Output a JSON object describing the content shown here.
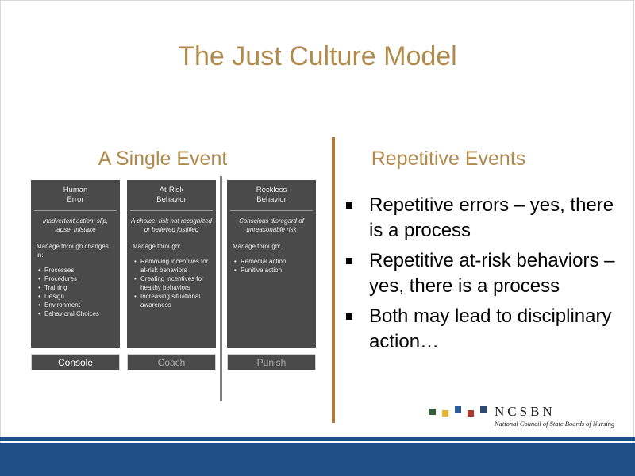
{
  "title": "The Just Culture Model",
  "left": {
    "heading": "A Single Event",
    "columns": [
      {
        "head": [
          "Human",
          "Error"
        ],
        "definition": "Inadvertent action: slip, lapse, mistake",
        "manage": "Manage through changes in:",
        "items": [
          "Processes",
          "Procedures",
          "Training",
          "Design",
          "Environment",
          "Behavioral Choices"
        ],
        "action": "Console"
      },
      {
        "head": [
          "At-Risk",
          "Behavior"
        ],
        "definition": "A choice: risk not recognized or believed justified",
        "manage": "Manage through:",
        "items": [
          "Removing incentives for at-risk behaviors",
          "Creating incentives for healthy behaviors",
          "Increasing situational awareness"
        ],
        "action": "Coach"
      },
      {
        "head": [
          "Reckless",
          "Behavior"
        ],
        "definition": "Conscious disregard of unreasonable risk",
        "manage": "Manage through:",
        "items": [
          "Remedial action",
          "Punitive action"
        ],
        "action": "Punish"
      }
    ]
  },
  "right": {
    "heading": "Repetitive Events",
    "bullets": [
      "Repetitive errors – yes, there is a process",
      "Repetitive at-risk behaviors – yes, there is a process",
      "Both may lead to disciplinary action…"
    ]
  },
  "logo": {
    "name": "NCSBN",
    "tagline": "National Council of State Boards of Nursing",
    "squares": [
      "#2f5f3a",
      "#e8b432",
      "#2a5b9a",
      "#b23a2a",
      "#2a4a7a"
    ]
  },
  "colors": {
    "accent": "#b08a4a",
    "panel": "#4a4a4a",
    "band": "#1f4f86",
    "active_action": "#ffffff",
    "inactive_action": "#a8a8a8"
  }
}
